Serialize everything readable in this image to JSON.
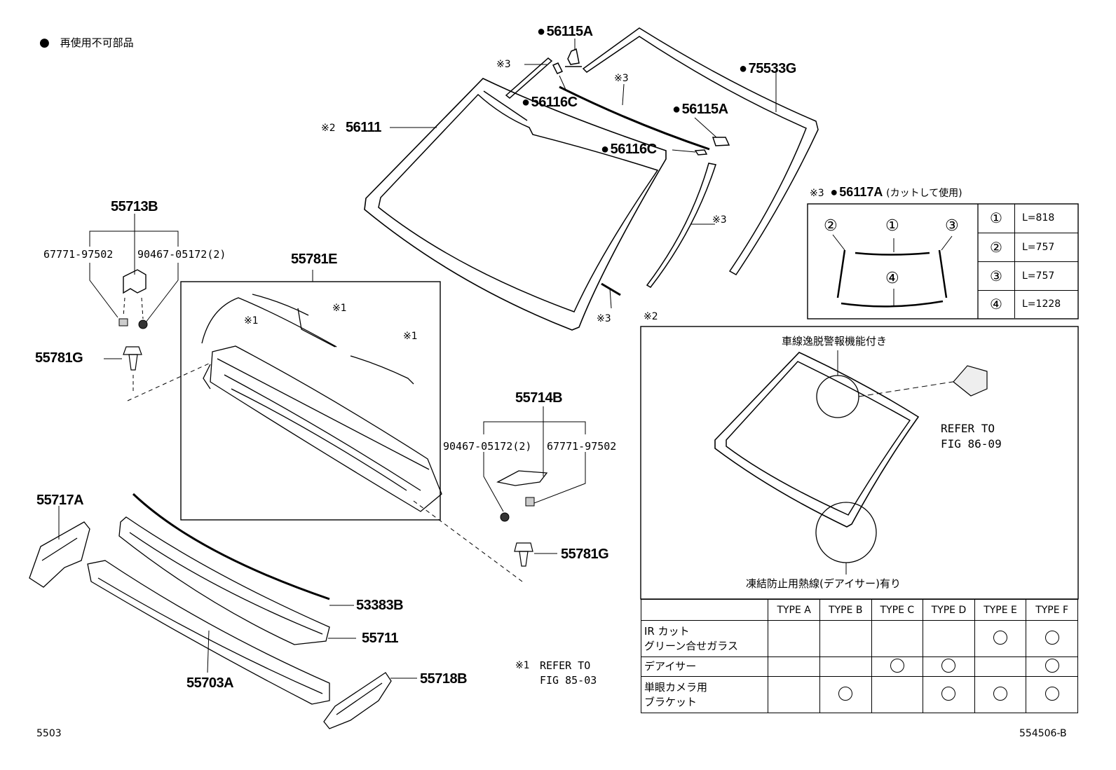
{
  "legend": {
    "bullet": "●",
    "text": "再使用不可部品"
  },
  "footer": {
    "left": "5503",
    "right": "554506-B"
  },
  "labels": {
    "p56115A_top": "56115A",
    "p75533G": "75533G",
    "p56116C_top": "56116C",
    "p56115A_mid": "56115A",
    "p56116C_mid": "56116C",
    "p56111": "56111",
    "p56111_note": "※2",
    "note3_a": "※3",
    "note3_b": "※3",
    "note3_c": "※3",
    "note3_d": "※3",
    "p55713B": "55713B",
    "p67771_left": "67771-97502",
    "p90467_left": "90467-05172(2)",
    "p55781E": "55781E",
    "note1_a": "※1",
    "note1_b": "※1",
    "note1_c": "※1",
    "p55781G_left": "55781G",
    "p55714B": "55714B",
    "p90467_right": "90467-05172(2)",
    "p67771_right": "67771-97502",
    "p55781G_right": "55781G",
    "p55717A": "55717A",
    "p53383B": "53383B",
    "p55711": "55711",
    "p55703A": "55703A",
    "p55718B": "55718B",
    "ref1_mark": "※1",
    "ref1_line1": "REFER TO",
    "ref1_line2": "FIG 85-03"
  },
  "moulding": {
    "note": "※3",
    "part": "56117A",
    "suffix": "(カットして使用)",
    "diagram_labels": [
      "②",
      "①",
      "③",
      "④"
    ],
    "lengths": [
      {
        "idx": "①",
        "len": "L=818"
      },
      {
        "idx": "②",
        "len": "L=757"
      },
      {
        "idx": "③",
        "len": "L=757"
      },
      {
        "idx": "④",
        "len": "L=1228"
      }
    ]
  },
  "note2_box": {
    "mark": "※2",
    "top_caption": "車線逸脱警報機能付き",
    "refer_line1": "REFER TO",
    "refer_line2": "FIG 86-09",
    "bottom_caption": "凍結防止用熱線(デアイサー)有り"
  },
  "type_table": {
    "headers": [
      "",
      "TYPE A",
      "TYPE B",
      "TYPE C",
      "TYPE D",
      "TYPE E",
      "TYPE F"
    ],
    "rows": [
      {
        "label1": "IR カット",
        "label2": "グリーン合せガラス",
        "marks": [
          false,
          false,
          false,
          false,
          true,
          true
        ]
      },
      {
        "label1": "デアイサー",
        "label2": "",
        "marks": [
          false,
          false,
          true,
          true,
          false,
          true
        ]
      },
      {
        "label1": "単眼カメラ用",
        "label2": "ブラケット",
        "marks": [
          false,
          true,
          false,
          true,
          true,
          true
        ]
      }
    ]
  }
}
